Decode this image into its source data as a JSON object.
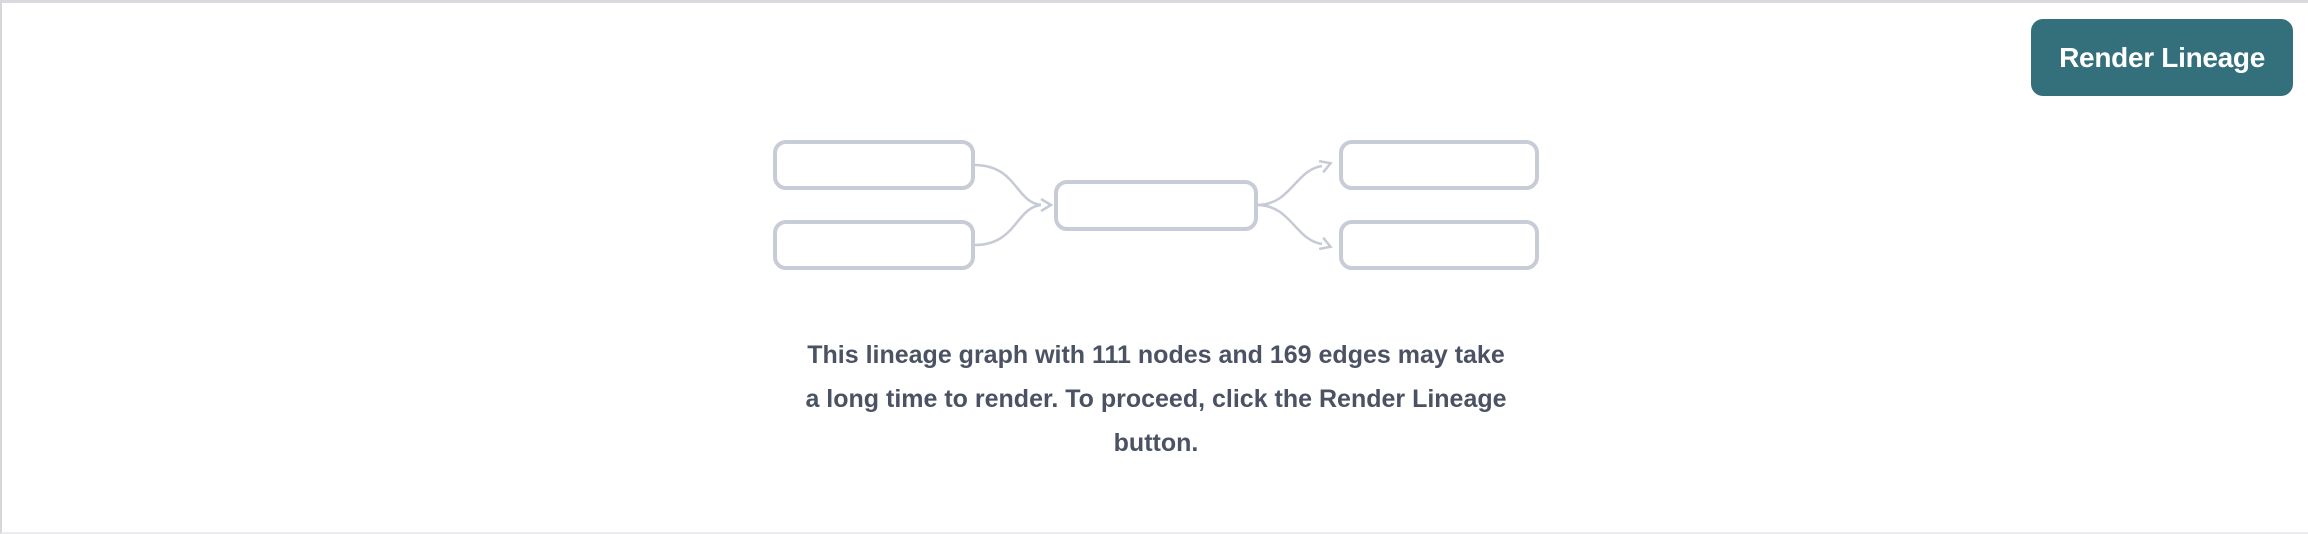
{
  "colors": {
    "accent": "#33707b",
    "accent_text": "#ffffff",
    "msg_text": "#4a5263",
    "node_border": "#c8ccd6",
    "edge": "#c5cad4",
    "border_top": "#dadade",
    "border_left": "#d7d7db",
    "border_bottom": "#ececef",
    "bg": "#ffffff"
  },
  "toolbar": {
    "render_button_label": "Render Lineage"
  },
  "lineage_preview": {
    "description": "placeholder diagram: 2 upstream nodes -> 1 middle node -> 2 downstream nodes",
    "node_count_in_preview": 5,
    "edge_count_in_preview": 4
  },
  "message": {
    "full_text": "This lineage graph with 111 nodes and 169 edges may take a long time to render. To proceed, click the Render Lineage button.",
    "lines": [
      "This lineage graph with 111 nodes and 169 edges may take",
      "a long time to render. To proceed, click the Render Lineage",
      "button."
    ],
    "node_count": "111",
    "edge_count": "169"
  }
}
